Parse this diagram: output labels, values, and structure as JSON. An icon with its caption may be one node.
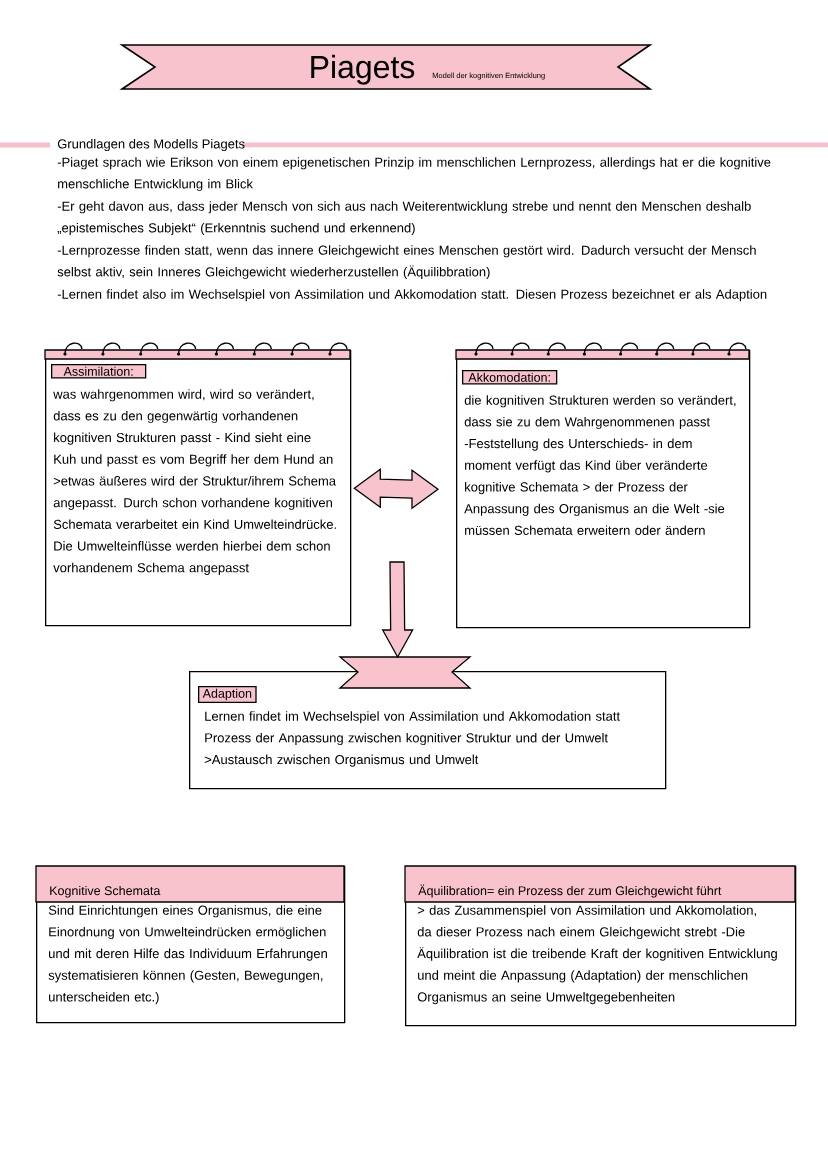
{
  "diagram": {
    "title": "Piagets",
    "nodes": [
      {
        "text": [
          "Assimilation:",
          "was wahrgenommen wird, wird so verändert, dass es zu den gegenwärtig vorhandenen kognitiven Strukturen passt - Kind sieht eine Kuh und passt es vom Begriff her dem Hund an >etwas äußeres wird der Struktur/ihrem Schema angepasst. Durch schon vorhandene kognitiven Schemata verarbeitet ein Kind Umwelteindrücke. Die Umwelteinflüsse werden hierbei dem schon vorhandenem Schema angepasst"
        ]
      },
      {
        "text": [
          "Akkomodation:",
          "die kognitiven Strukturen werden so verändert, dass sie zu dem Wahrgenommenen passt -Feststellung des Unterschieds- in dem moment verfügt das Kind über veränderte kognitive Schemata > der Prozess der Anpassung des Organismus an die Welt -sie müssen Schemata erweitern oder ändern"
        ]
      },
      {
        "text": [
          "Adaption",
          "Lernen findet im Wechselspiel von Assimilation und Akkomodation statt Prozess der Anpassung zwischen kognitiver Struktur und der Umwelt >Austausch zwischen Organismus und Umwelt"
        ]
      },
      {
        "text": [
          "Kognitive Schemata",
          "Sind Einrichtungen eines Organismus, die eine Einordnung von Umwelteindrücken ermöglichen und mit deren Hilfe das Individuum Erfahrungen systematisieren können (Gesten, Bewegungen, unterscheiden etc.)"
        ]
      },
      {
        "text": [
          "Äquilibration= ein Prozess der zum Gleichgewicht führt",
          "> das Zusammenspiel von Assimilation und Akkomolation, da dieser Prozess nach einem Gleichgewicht strebt -Die Äquilibration ist die treibende Kraft der kognitiven Entwicklung und meint die Anpassung (Adaptation) der menschlichen Organismus an seine Umweltgegebenheiten"
        ]
      }
    ],
    "edges": [
      {
        "from": 0,
        "to": 1,
        "arrow": "both"
      },
      {
        "from": null,
        "to": 2,
        "arrow": "to"
      }
    ],
    "labels": [
      "Modell der kognitiven Entwicklung",
      "Grundlagen des Modells Piagets",
      "-Piaget sprach wie Erikson von einem epigenetischen Prinzip im menschlichen Lernprozess, allerdings hat er die kognitive menschliche Entwicklung im Blick",
      "-Er geht davon aus, dass jeder Mensch von sich aus nach Weiterentwicklung strebe und nennt den Menschen deshalb „epistemisches Subjekt“ (Erkenntnis suchend und erkennend)",
      "-Lernprozesse finden statt, wenn das innere Gleichgewicht eines Menschen gestört wird. Dadurch versucht der Mensch selbst aktiv, sein Inneres Gleichgewicht wiederherzustellen (Äquilibbration)",
      "-Lernen findet also im Wechselspiel von Assimilation und Akkomodation statt. Diesen Prozess bezeichnet er als Adaption"
    ]
  }
}
